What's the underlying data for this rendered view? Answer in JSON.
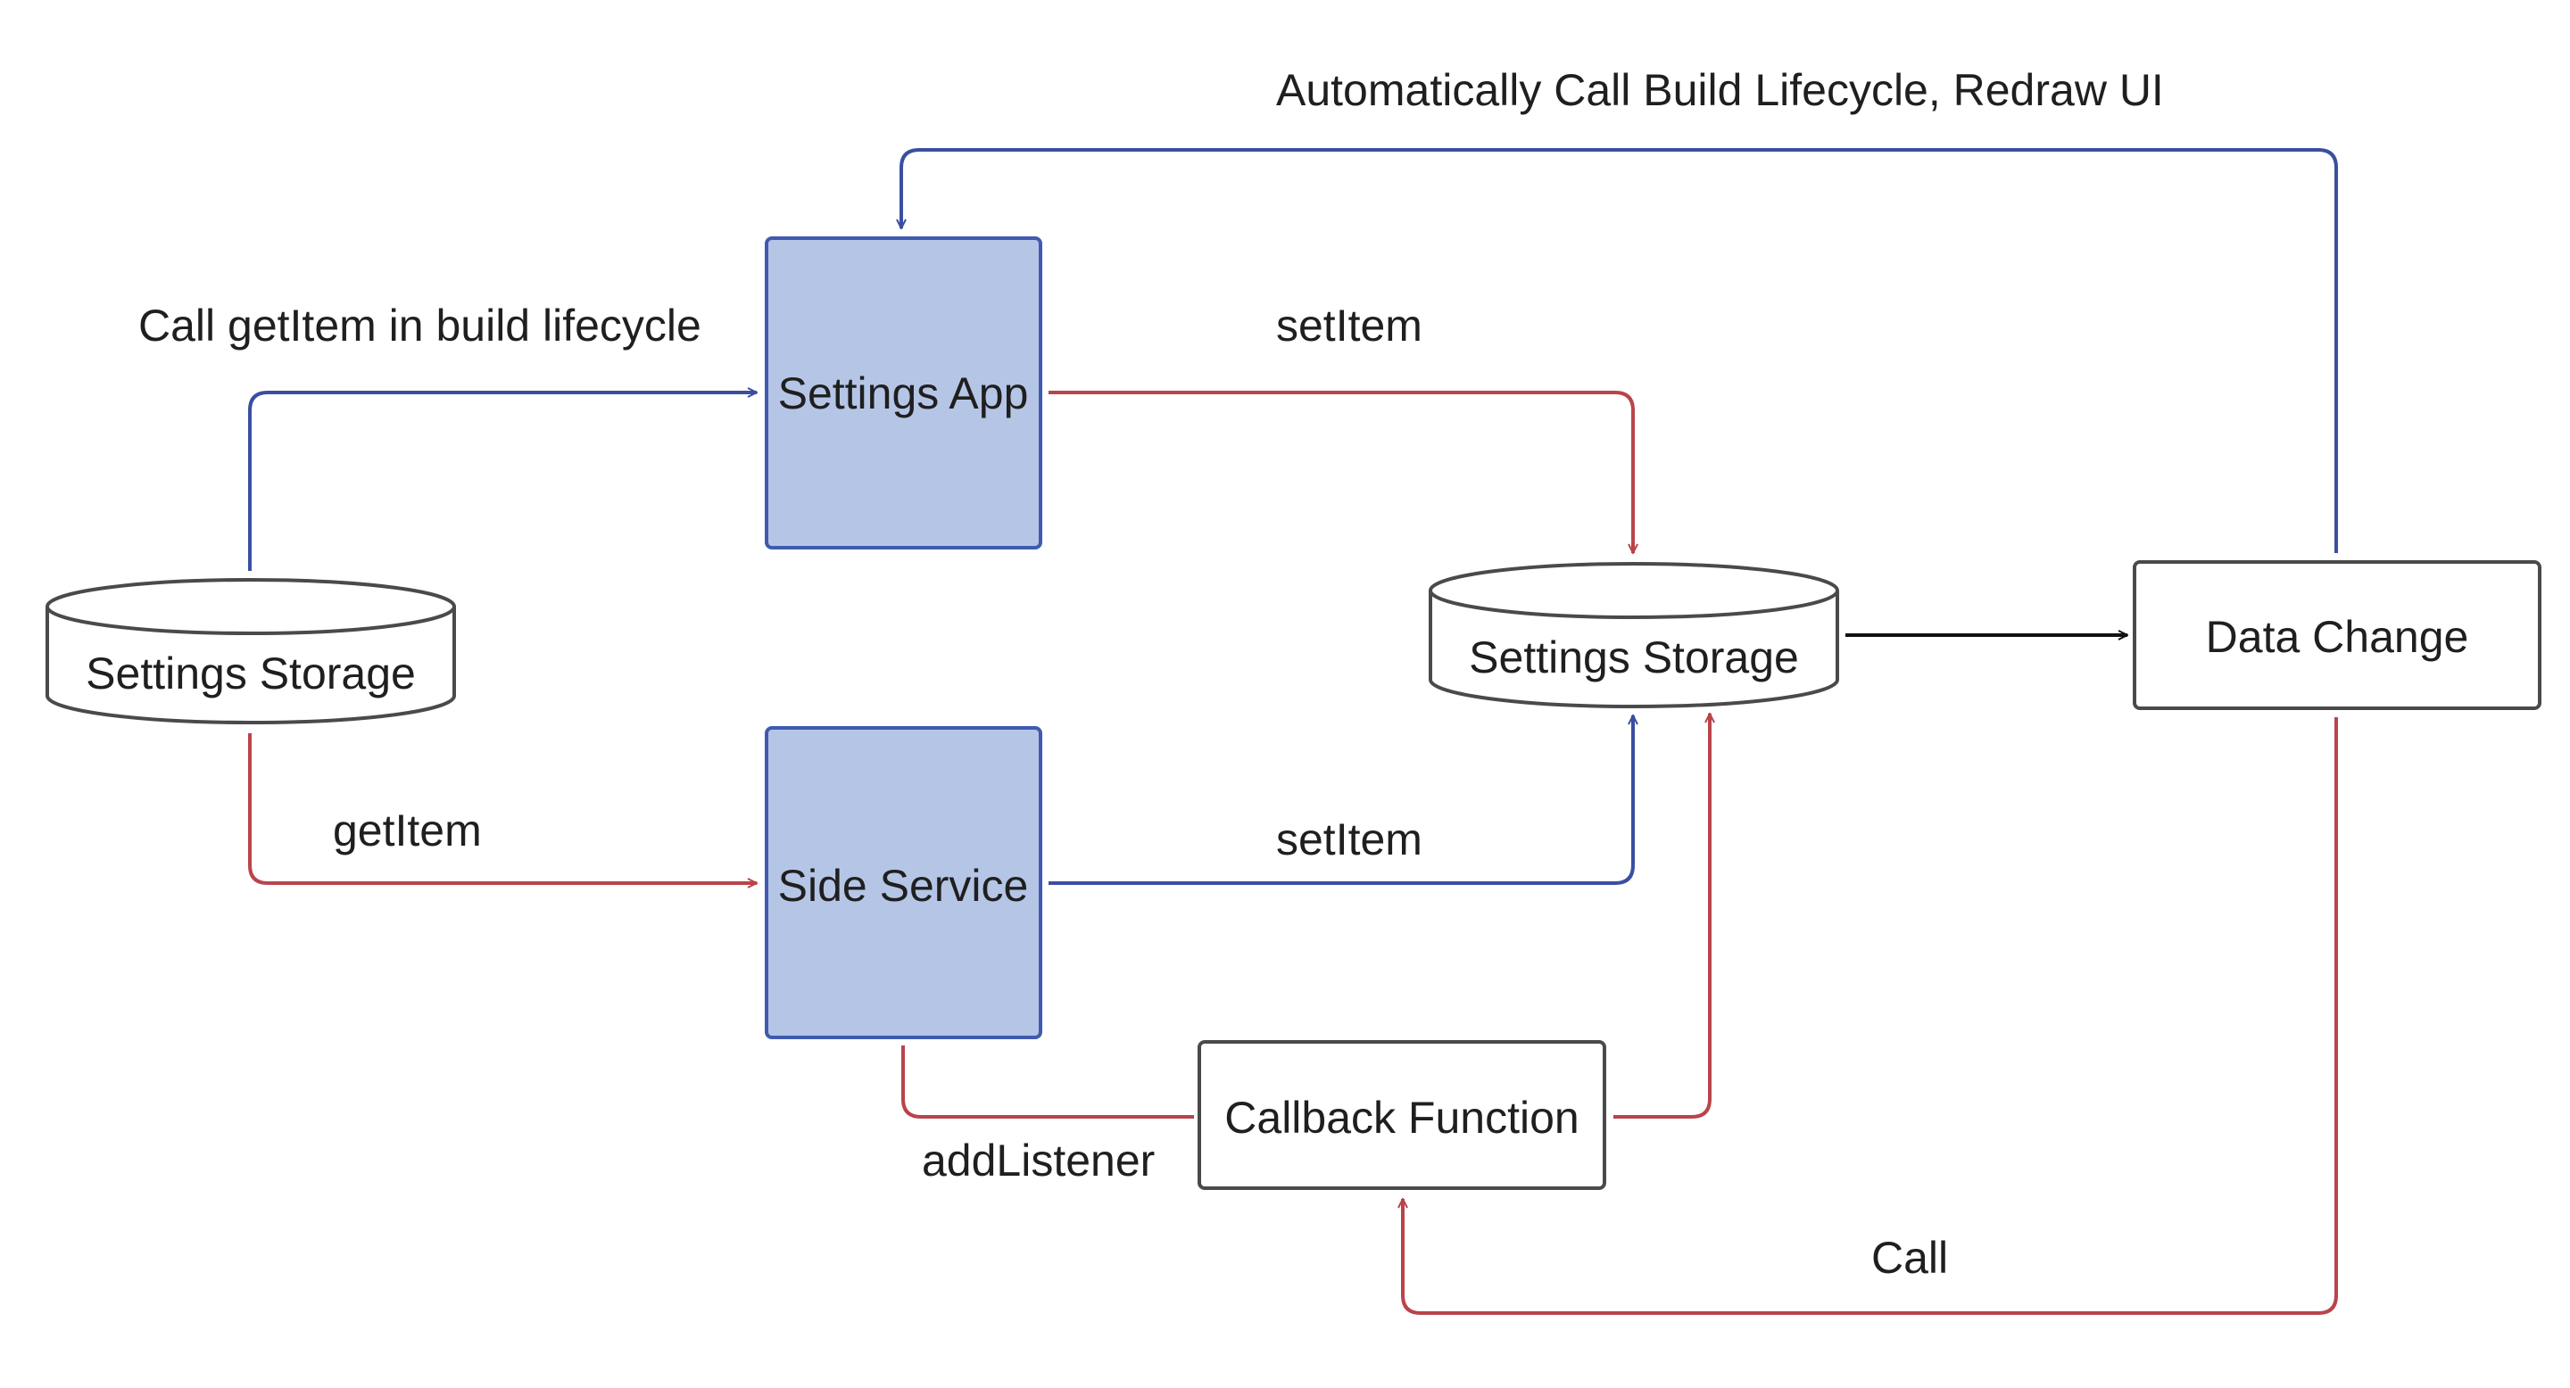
{
  "colors": {
    "blue_edge": "#3a4fa0",
    "red_edge": "#b9444a",
    "black_edge": "#111111",
    "process_fill": "#b5c5e6",
    "process_stroke": "#3f5ab0",
    "box_stroke": "#4a4a4a"
  },
  "nodes": {
    "storage_left": "Settings Storage",
    "storage_right": "Settings Storage",
    "settings_app": "Settings App",
    "side_service": "Side Service",
    "data_change": "Data Change",
    "callback_function": "Callback Function"
  },
  "edges": {
    "redraw": "Automatically Call Build Lifecycle, Redraw UI",
    "call_getitem_build": "Call getItem in build lifecycle",
    "setitem_app": "setItem",
    "getitem_side": "getItem",
    "setitem_side": "setItem",
    "add_listener": "addListener",
    "call": "Call"
  }
}
